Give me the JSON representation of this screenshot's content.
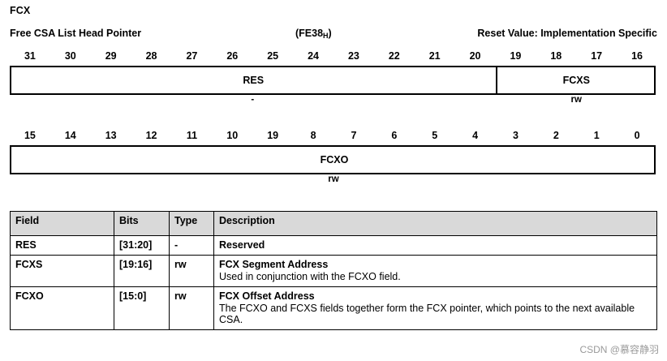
{
  "header": {
    "title": "FCX",
    "description": "Free CSA List Head Pointer",
    "address": "(FE38",
    "address_sub": "H",
    "address_close": ")",
    "reset_value": "Reset Value: Implementation Specific"
  },
  "bit_rows": [
    {
      "name": "upper-word",
      "bits": [
        "31",
        "30",
        "29",
        "28",
        "27",
        "26",
        "25",
        "24",
        "23",
        "22",
        "21",
        "20",
        "19",
        "18",
        "17",
        "16"
      ],
      "fields": [
        {
          "label": "RES",
          "width_bits": 12,
          "access": "-"
        },
        {
          "label": "FCXS",
          "width_bits": 4,
          "access": "rw"
        }
      ]
    },
    {
      "name": "lower-word",
      "bits": [
        "15",
        "14",
        "13",
        "12",
        "11",
        "10",
        "19",
        "8",
        "7",
        "6",
        "5",
        "4",
        "3",
        "2",
        "1",
        "0"
      ],
      "fields": [
        {
          "label": "FCXO",
          "width_bits": 16,
          "access": "rw"
        }
      ]
    }
  ],
  "table": {
    "columns": [
      "Field",
      "Bits",
      "Type",
      "Description"
    ],
    "rows": [
      {
        "field": "RES",
        "bits": "[31:20]",
        "type": "-",
        "desc_title": "Reserved",
        "desc_body": ""
      },
      {
        "field": "FCXS",
        "bits": "[19:16]",
        "type": "rw",
        "desc_title": "FCX Segment Address",
        "desc_body": "Used in conjunction with the FCXO field."
      },
      {
        "field": "FCXO",
        "bits": "[15:0]",
        "type": "rw",
        "desc_title": "FCX Offset Address",
        "desc_body": "The FCXO and FCXS fields together form the FCX pointer, which points to the next available CSA."
      }
    ]
  },
  "watermark": "CSDN @慕容静羽"
}
